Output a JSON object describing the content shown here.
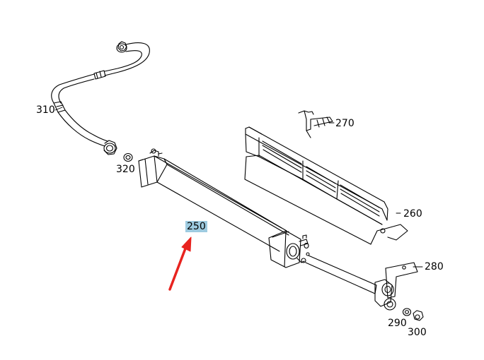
{
  "diagram": {
    "callouts": {
      "c310": "310",
      "c320": "320",
      "c270": "270",
      "c260": "260",
      "c250": "250",
      "c280": "280",
      "c290": "290",
      "c300": "300"
    },
    "highlighted_part": "250",
    "colors": {
      "line": "#000000",
      "highlight": "#9ecbe0",
      "arrow": "#e8231f"
    }
  }
}
